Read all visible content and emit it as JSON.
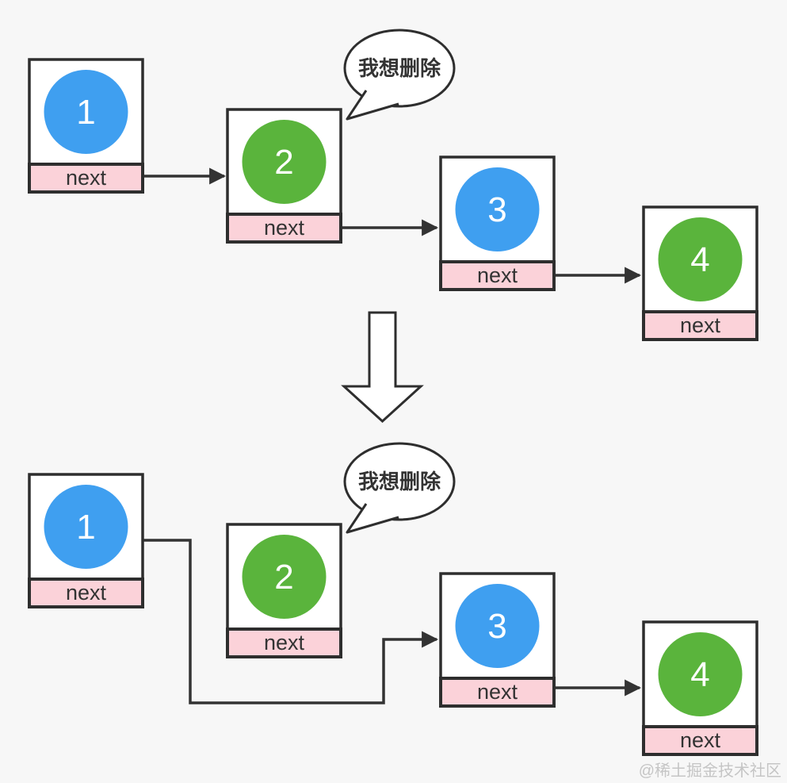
{
  "background": "#F7F7F7",
  "colors": {
    "node_fill": "#FFFFFF",
    "border": "#2E2E2E",
    "line": "#333333",
    "blue": "#3F9FF0",
    "green": "#5AB43C",
    "pink": "#FBD2D9",
    "number_text": "#FFFFFF",
    "text_dark": "#333333",
    "bubble_fill": "#FFFFFF",
    "big_arrow_fill": "#FFFFFF",
    "watermark": "#C5C5C5"
  },
  "labels": {
    "next": "next",
    "bubble": "我想删除",
    "watermark": "@稀土掘金技术社区"
  },
  "top_list": {
    "nodes": [
      {
        "value": "1",
        "color": "blue"
      },
      {
        "value": "2",
        "color": "green"
      },
      {
        "value": "3",
        "color": "blue"
      },
      {
        "value": "4",
        "color": "green"
      }
    ]
  },
  "bottom_list": {
    "nodes": [
      {
        "value": "1",
        "color": "blue"
      },
      {
        "value": "2",
        "color": "green"
      },
      {
        "value": "3",
        "color": "blue"
      },
      {
        "value": "4",
        "color": "green"
      }
    ]
  }
}
